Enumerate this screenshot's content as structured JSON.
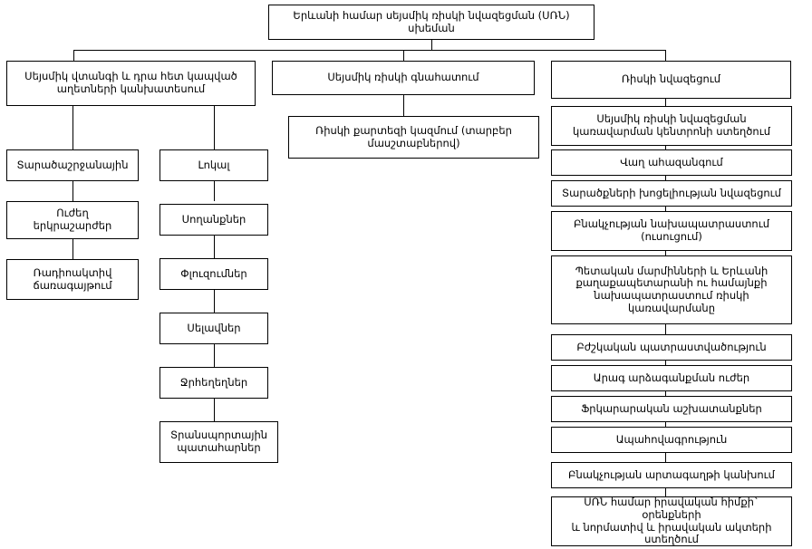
{
  "diagram": {
    "title_node": {
      "id": "root",
      "label": "Երևանի համար սեյսմիկ ռիսկի նվազեցման (ՍՌՆ)\nսխեման"
    },
    "branches": [
      {
        "id": "branch-left",
        "label": "Սեյսմիկ վտանգի և դրա հետ կապված\nաղետների կանխատեսում",
        "subcolumns": [
          {
            "id": "subcol-a",
            "items": [
              {
                "id": "a1",
                "label": "Տարածաշրջանային"
              },
              {
                "id": "a2",
                "label": "Ուժեղ\nերկրաշարժեր"
              },
              {
                "id": "a3",
                "label": "Ռադիոակտիվ\nճառագայթում"
              }
            ]
          },
          {
            "id": "subcol-b",
            "items": [
              {
                "id": "b1",
                "label": "Լոկալ"
              },
              {
                "id": "b2",
                "label": "Սողանքներ"
              },
              {
                "id": "b3",
                "label": "Փլուզումներ"
              },
              {
                "id": "b4",
                "label": "Սելավներ"
              },
              {
                "id": "b5",
                "label": "Ջրհեղեղներ"
              },
              {
                "id": "b6",
                "label": "Տրանսպորտային\nպատահարներ"
              }
            ]
          }
        ]
      },
      {
        "id": "branch-middle",
        "label": "Սեյսմիկ ռիսկի գնահատում",
        "items": [
          {
            "id": "m1",
            "label": "Ռիսկի քարտեզի կազմում (տարբեր\nմասշտաբներով)"
          }
        ]
      },
      {
        "id": "branch-right",
        "label": "Ռիսկի նվազեցում",
        "items": [
          {
            "id": "r1",
            "label": "Սեյսմիկ ռիսկի նվազեցման\nկառավարման կենտրոնի ստեղծում"
          },
          {
            "id": "r2",
            "label": "Վաղ ահազանգում"
          },
          {
            "id": "r3",
            "label": "Տարածքների խոցելիության նվազեցում"
          },
          {
            "id": "r4",
            "label": "Բնակչության նախապատրաստում\n(ուսուցում)"
          },
          {
            "id": "r5",
            "label": "Պետական մարմինների և Երևանի\nքաղաքապետարանի ու համայնքի\nնախապատրաստում ռիսկի\nկառավարմանը"
          },
          {
            "id": "r6",
            "label": "Բժշկական պատրաստվածություն"
          },
          {
            "id": "r7",
            "label": "Արագ արձագանքման ուժեր"
          },
          {
            "id": "r8",
            "label": "Ֆրկարարական աշխատանքներ"
          },
          {
            "id": "r9",
            "label": "Ապահովագրություն"
          },
          {
            "id": "r10",
            "label": "Բնակչության արտագաղթի կանխում"
          },
          {
            "id": "r11",
            "label": "ՍՌՆ համար իրավական հիմքի` օրենքների\nև նորմատիվ և իրավական ակտերի\nստեղծում"
          }
        ]
      }
    ]
  },
  "colors": {
    "background": "#ffffff",
    "stroke": "#000000",
    "text": "#000000"
  }
}
